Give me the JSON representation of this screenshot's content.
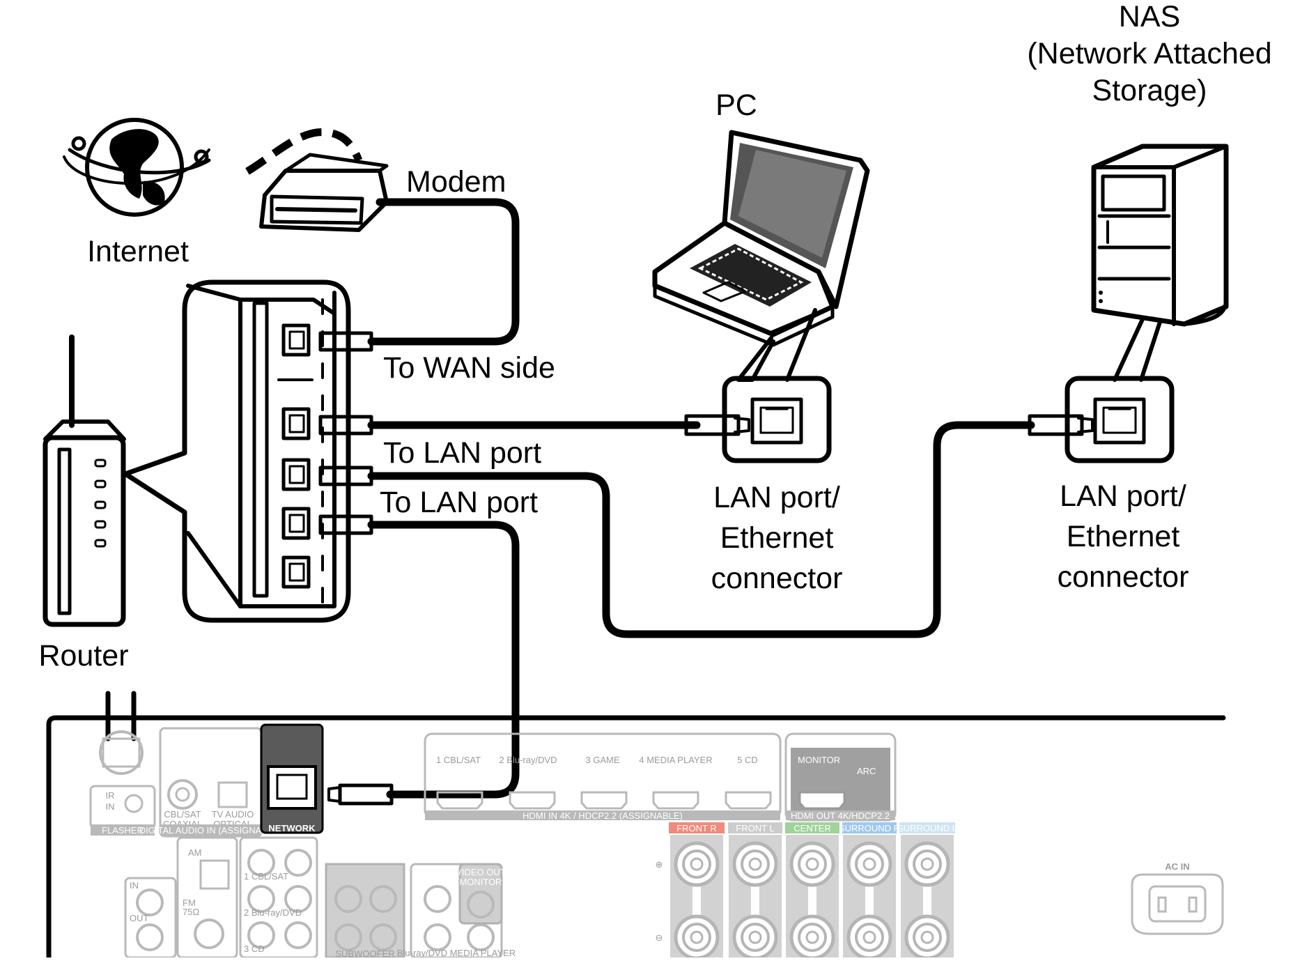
{
  "labels": {
    "internet": "Internet",
    "modem": "Modem",
    "router": "Router",
    "pc": "PC",
    "nas_line1": "NAS",
    "nas_line2": "(Network Attached",
    "nas_line3": "Storage)",
    "to_wan_side": "To WAN side",
    "to_lan_port_1": "To LAN port",
    "to_lan_port_2": "To LAN port",
    "pc_port_line1": "LAN port/",
    "pc_port_line2": "Ethernet",
    "pc_port_line3": "connector",
    "nas_port_line1": "LAN port/",
    "nas_port_line2": "Ethernet",
    "nas_port_line3": "connector"
  },
  "panel": {
    "network": "NETWORK",
    "flasher": "FLASHER",
    "ir_in_1": "IR",
    "ir_in_2": "IN",
    "cbl_sat_coaxial_1": "CBL/SAT",
    "cbl_sat_coaxial_2": "COAXIAL",
    "tv_audio_optical_1": "TV AUDIO",
    "tv_audio_optical_2": "OPTICAL",
    "digital_audio_in": "DIGITAL AUDIO IN (ASSIGNABLE)",
    "hdmi_1": "1 CBL/SAT",
    "hdmi_2": "2 Blu-ray/DVD",
    "hdmi_3": "3 GAME",
    "hdmi_4": "4 MEDIA PLAYER",
    "hdmi_5": "5 CD",
    "hdmi_in": "HDMI IN  4K / HDCP2.2 (ASSIGNABLE)",
    "monitor": "MONITOR",
    "arc": "ARC",
    "hdmi_out": "HDMI OUT 4K/HDCP2.2",
    "front_r": "FRONT R",
    "front_l": "FRONT L",
    "center": "CENTER",
    "surround_r": "SURROUND R",
    "surround_l": "SURROUND L",
    "ac_in": "AC IN",
    "am": "AM",
    "fm": "FM",
    "fm_ohm": "75Ω",
    "in": "IN",
    "out": "OUT",
    "video_out": "VIDEO OUT",
    "video_monitor": "MONITOR",
    "subwoofer": "SUBWOOFER",
    "analog_1": "1 CBL/SAT",
    "analog_2": "2 Blu-ray/DVD",
    "analog_3": "3 CD",
    "media_player": "Blu-ray/DVD MEDIA PLAYER",
    "plus": "⊕",
    "minus": "⊖"
  },
  "colors": {
    "front_r": "#f08a7a",
    "front_l": "#cccccc",
    "center": "#9fd39a",
    "surround_r": "#9ec8ee",
    "surround_l": "#cfe4f3",
    "panel_gray": "#b9b9b9",
    "network_bg": "#5a5a5a"
  }
}
